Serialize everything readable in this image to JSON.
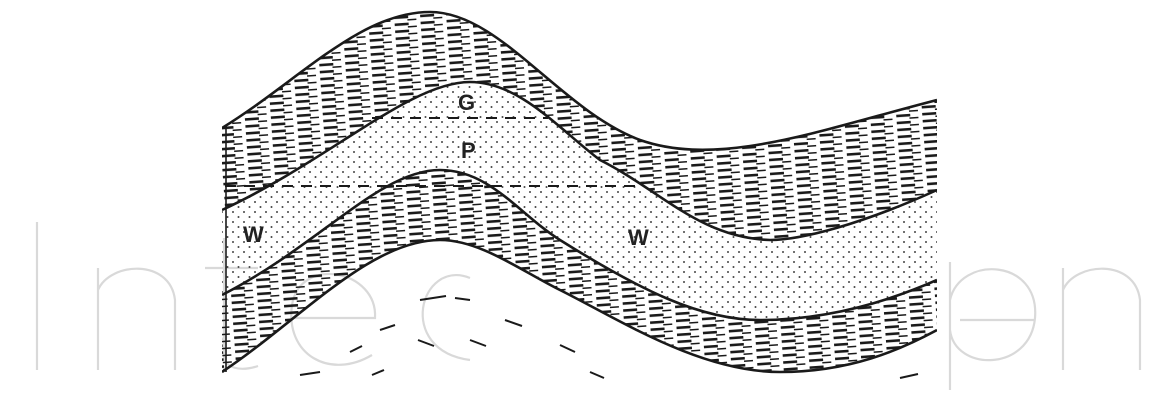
{
  "labels": {
    "gas": "G",
    "petroleum": "P",
    "water_left": "W",
    "water_right": "W"
  },
  "watermark": {
    "text": "IntechOpen",
    "color": "#d9d9d9"
  },
  "colors": {
    "ink": "#1a1a1a",
    "background": "#ffffff"
  }
}
